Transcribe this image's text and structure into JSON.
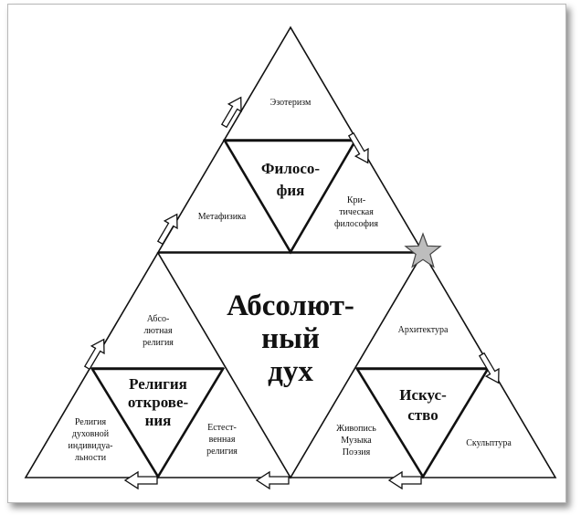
{
  "center": [
    "Абсолют-",
    "ный",
    "дух"
  ],
  "philosophy": [
    "Филосо-",
    "фия"
  ],
  "religion": [
    "Религия",
    "открове-",
    "ния"
  ],
  "art": [
    "Искус-",
    "ство"
  ],
  "nodes": {
    "esoteric": "Эзотеризм",
    "metaphysics": "Метафизика",
    "critical_philosophy": [
      "Кри-",
      "тическая",
      "философия"
    ],
    "absolute_religion": [
      "Абсо-",
      "лютная",
      "религия"
    ],
    "architecture": "Архитектура",
    "personal_religion": [
      "Религия",
      "духовной",
      "индивидуа-",
      "льности"
    ],
    "natural_religion": [
      "Естест-",
      "венная",
      "религия"
    ],
    "painting_music_poetry": [
      "Живопись",
      "Музыка",
      "Поэзия"
    ],
    "sculpture": "Скульптура"
  }
}
